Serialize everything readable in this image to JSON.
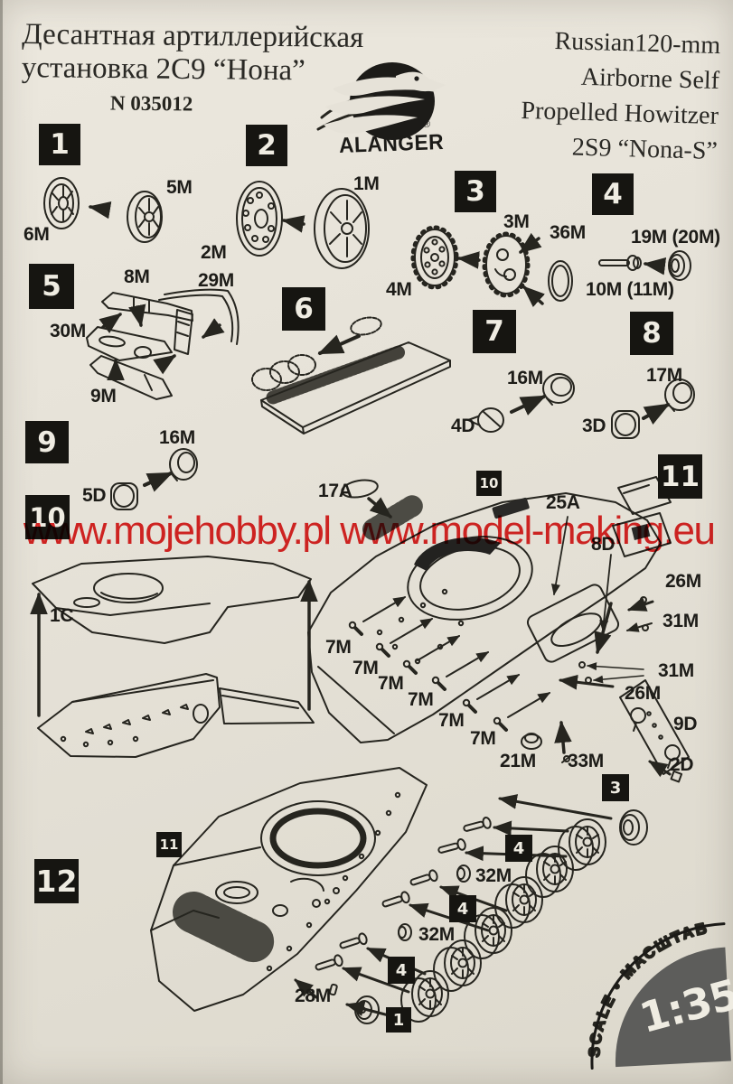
{
  "colors": {
    "paper": "#e6e2d8",
    "ink": "#26251f",
    "watermark_red": "#e31414",
    "stamp_gray": "#5d5d5b"
  },
  "header": {
    "title_ru": [
      "Десантная артиллерийская",
      "установка 2С9 “Нона”"
    ],
    "kit_number": "N 035012",
    "title_en": [
      "Russian120-mm",
      "Airborne Self",
      "Propelled Howitzer",
      "2S9 “Nona-S”"
    ],
    "brand": {
      "name": "ALANGER",
      "registered": "®"
    }
  },
  "watermark": {
    "text": "www.mojehobby.pl www.model-making.eu",
    "color": "#e31414"
  },
  "scale_stamp": {
    "arc_label": "SCALE • МАСШТАБ",
    "value": "1:35"
  },
  "step_boxes": [
    {
      "label": "1"
    },
    {
      "label": "2"
    },
    {
      "label": "3"
    },
    {
      "label": "4"
    },
    {
      "label": "5"
    },
    {
      "label": "6"
    },
    {
      "label": "7"
    },
    {
      "label": "8"
    },
    {
      "label": "9"
    },
    {
      "label": "10"
    },
    {
      "label": "11"
    },
    {
      "label": "12"
    }
  ],
  "sub_boxes": [
    {
      "label": "10"
    },
    {
      "label": "11"
    },
    {
      "label": "3"
    },
    {
      "label": "4"
    },
    {
      "label": "4"
    },
    {
      "label": "4"
    },
    {
      "label": "1"
    }
  ],
  "part_labels": [
    {
      "text": "5M"
    },
    {
      "text": "6M"
    },
    {
      "text": "2M"
    },
    {
      "text": "1M"
    },
    {
      "text": "3M"
    },
    {
      "text": "36M"
    },
    {
      "text": "4M"
    },
    {
      "text": "19M (20M)"
    },
    {
      "text": "10M (11M)"
    },
    {
      "text": "8M"
    },
    {
      "text": "29M"
    },
    {
      "text": "30M"
    },
    {
      "text": "9M"
    },
    {
      "text": "16M"
    },
    {
      "text": "4D"
    },
    {
      "text": "17M"
    },
    {
      "text": "3D"
    },
    {
      "text": "16M"
    },
    {
      "text": "5D"
    },
    {
      "text": "17A"
    },
    {
      "text": "25A"
    },
    {
      "text": "8D"
    },
    {
      "text": "26M"
    },
    {
      "text": "31M"
    },
    {
      "text": "1C"
    },
    {
      "text": "7M"
    },
    {
      "text": "7M"
    },
    {
      "text": "7M"
    },
    {
      "text": "7M"
    },
    {
      "text": "7M"
    },
    {
      "text": "7M"
    },
    {
      "text": "31M"
    },
    {
      "text": "26M"
    },
    {
      "text": "9D"
    },
    {
      "text": "2D"
    },
    {
      "text": "21M"
    },
    {
      "text": "33M"
    },
    {
      "text": "32M"
    },
    {
      "text": "32M"
    },
    {
      "text": "28M"
    }
  ]
}
